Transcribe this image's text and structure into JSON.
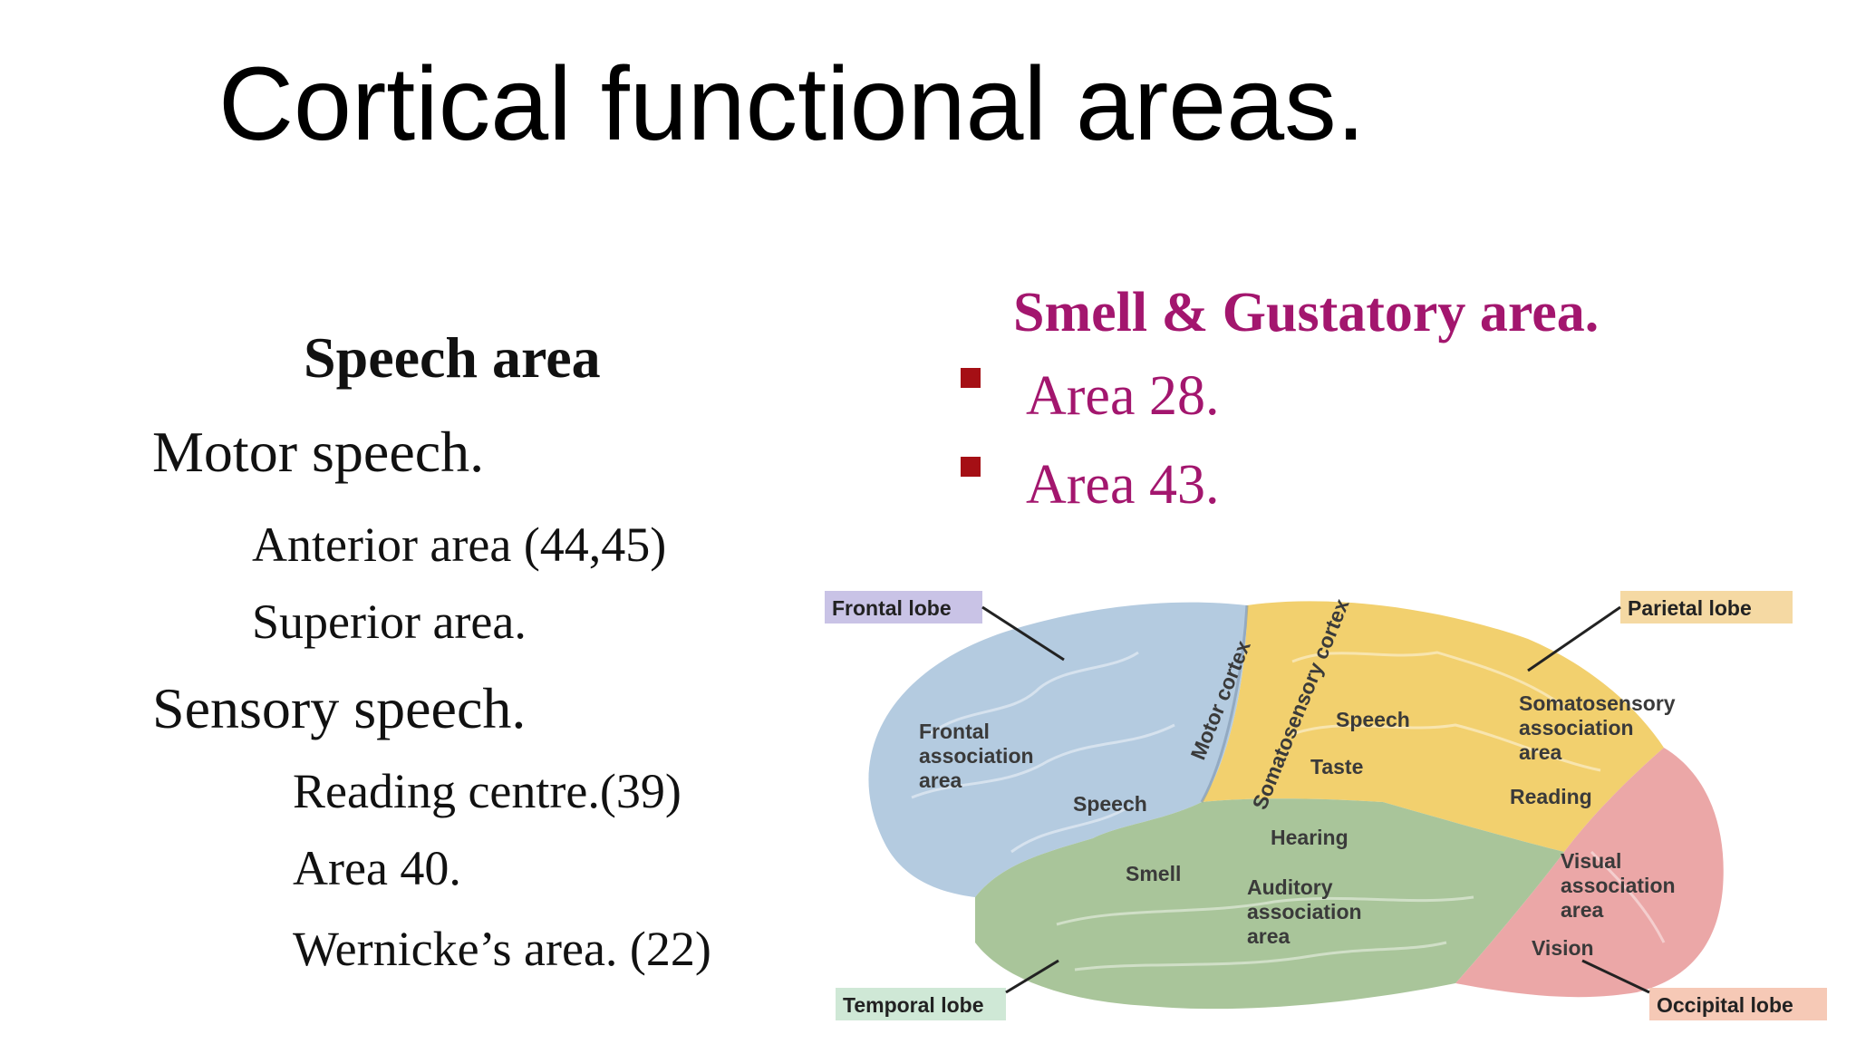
{
  "title": "Cortical functional areas.",
  "left_column": {
    "heading": "Speech area",
    "motor": {
      "label": "Motor speech.",
      "items": [
        "Anterior area (44,45)",
        "Superior area."
      ]
    },
    "sensory": {
      "label": "Sensory speech.",
      "items": [
        "Reading centre.(39)",
        "Area 40.",
        "Wernicke’s area. (22)"
      ]
    }
  },
  "right_column": {
    "heading": "Smell  & Gustatory area.",
    "bullets": [
      "Area 28.",
      "Area 43."
    ]
  },
  "brain_figure": {
    "callouts": {
      "frontal": "Frontal lobe",
      "parietal": "Parietal lobe",
      "temporal": "Temporal lobe",
      "occipital": "Occipital lobe"
    },
    "regions": {
      "frontal_assoc": [
        "Frontal",
        "association",
        "area"
      ],
      "motor_cortex": "Motor cortex",
      "somatosensory_cortex": "Somatosensory cortex",
      "speech_parietal": "Speech",
      "taste": "Taste",
      "somato_assoc": [
        "Somatosensory",
        "association",
        "area"
      ],
      "reading": "Reading",
      "speech_frontal": "Speech",
      "hearing": "Hearing",
      "smell": "Smell",
      "auditory_assoc": [
        "Auditory",
        "association",
        "area"
      ],
      "visual_assoc": [
        "Visual",
        "association",
        "area"
      ],
      "vision": "Vision"
    }
  },
  "colors": {
    "accent_heading": "#a3166e",
    "bullet": "#a50f15",
    "frontal": "#b4cbe0",
    "parietal": "#f2d06e",
    "temporal": "#a9c59a",
    "occipital": "#eba7a7",
    "frontal_tag": "#c9c3e6",
    "parietal_tag": "#f5d9a3",
    "temporal_tag": "#cfe8d6",
    "occipital_tag": "#f6c9b6"
  }
}
